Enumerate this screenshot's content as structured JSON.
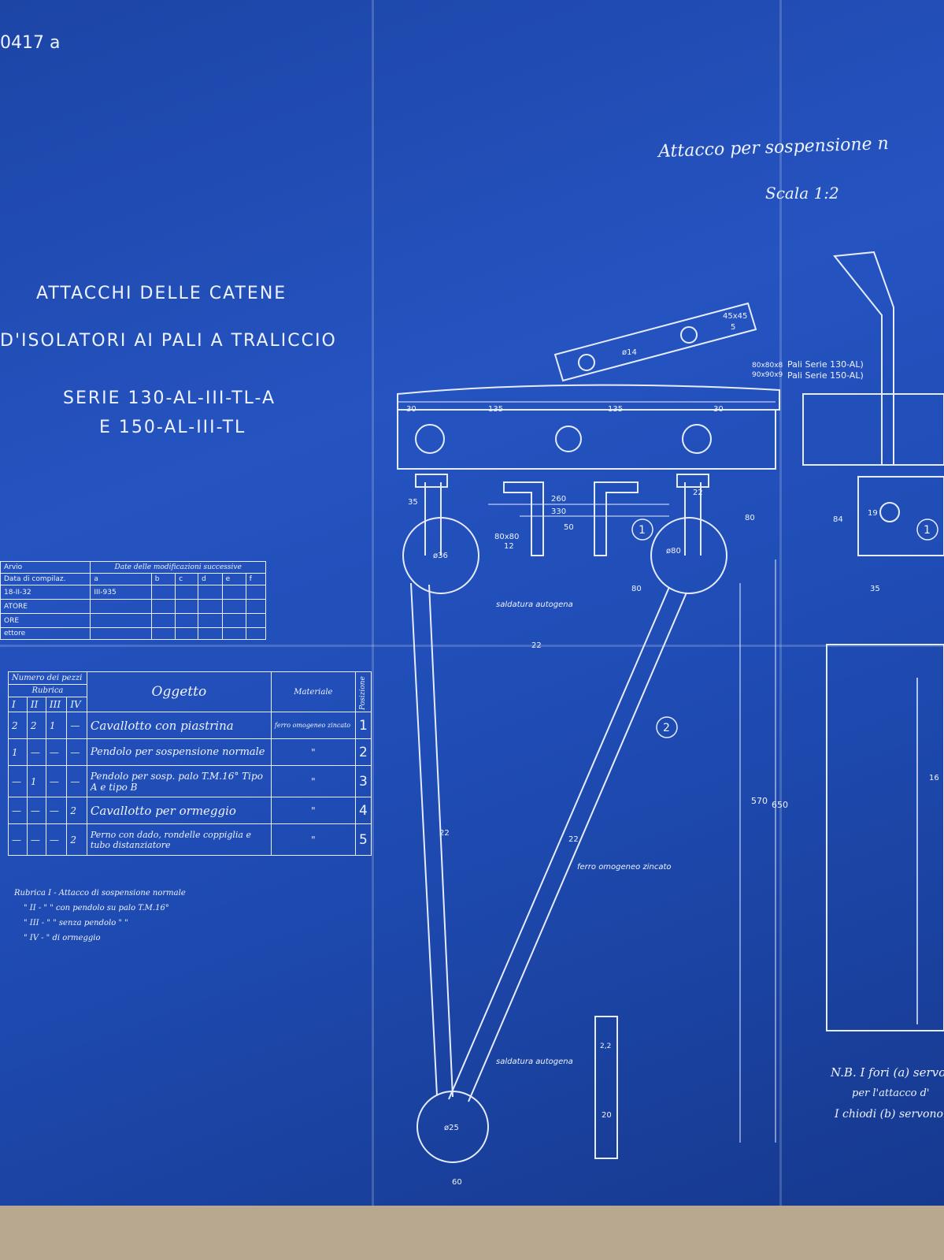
{
  "drawing_number": "0417 a",
  "title_block": {
    "line1": "ATTACCHI DELLE CATENE",
    "line2": "D'ISOLATORI AI PALI A TRALICCIO",
    "line3": "SERIE 130-AL-III-TL-A",
    "line4": "E 150-AL-III-TL"
  },
  "view_title": "Attacco per sospensione n",
  "scale": "Scala 1:2",
  "revision_table": {
    "header_main": "Date delle modificazioni successive",
    "col_letters": [
      "a",
      "b",
      "c",
      "d",
      "e",
      "f"
    ],
    "left_labels": [
      "Arvio",
      "Data di compilaz.",
      "ATORE",
      "ORE",
      "ettore"
    ],
    "date_compilaz": "18-II-32",
    "date_a": "III-935"
  },
  "parts_table": {
    "header_numero": "Numero dei pezzi",
    "header_rubrica": "Rubrica",
    "roman": [
      "I",
      "II",
      "III",
      "IV"
    ],
    "header_oggetto": "Oggetto",
    "header_materiale": "Materiale",
    "header_posizione": "Posizione",
    "rows": [
      {
        "q": [
          "2",
          "2",
          "1",
          "—"
        ],
        "oggetto": "Cavallotto con piastrina",
        "materiale": "ferro omogeneo zincato",
        "pos": "1"
      },
      {
        "q": [
          "1",
          "—",
          "—",
          "—"
        ],
        "oggetto": "Pendolo per sospensione normale",
        "materiale": "\"",
        "pos": "2"
      },
      {
        "q": [
          "—",
          "1",
          "—",
          "—"
        ],
        "oggetto": "Pendolo per sosp. palo T.M.16° Tipo A e tipo B",
        "materiale": "\"",
        "pos": "3"
      },
      {
        "q": [
          "—",
          "—",
          "—",
          "2"
        ],
        "oggetto": "Cavallotto per ormeggio",
        "materiale": "\"",
        "pos": "4"
      },
      {
        "q": [
          "—",
          "—",
          "—",
          "2"
        ],
        "oggetto": "Perno con dado, rondelle coppiglia e tubo distanziatore",
        "materiale": "\"",
        "pos": "5"
      }
    ]
  },
  "rubrica_notes": [
    "Rubrica I - Attacco di sospensione normale",
    "\" II - \" \" con pendolo su palo T.M.16°",
    "\" III - \" \" senza pendolo \" \"",
    "\" IV - \" di ormeggio"
  ],
  "dimensions": {
    "d30a": "30",
    "d135a": "135",
    "d135b": "135",
    "d30b": "30",
    "d35": "35",
    "d260": "260",
    "d330": "330",
    "d50": "50",
    "d8080": "80x80",
    "d12": "12",
    "d22a": "22",
    "d80a": "80",
    "d80b": "80",
    "phi36": "ø36",
    "phi80": "ø80",
    "phi14": "ø14",
    "d4545": "45x45",
    "d5": "5",
    "d22b": "22",
    "d22c": "22",
    "d22d": "22",
    "d570": "570",
    "d650": "650",
    "phi25": "ø25",
    "d60": "60",
    "d20": "20",
    "d212": "2,2",
    "saldatura1": "saldatura autogena",
    "saldatura2": "saldatura autogena",
    "ferro": "ferro omogeneo zincato",
    "profile1": "80x80x8",
    "profile2": "90x90x9",
    "pali1": "Pali Serie 130-AL)",
    "pali2": "Pali Serie 150-AL)",
    "r84": "84",
    "r19": "19",
    "r35": "35",
    "r16": "16"
  },
  "callouts": [
    "1",
    "2",
    "1"
  ],
  "nb_note": [
    "N.B. I fori (a) servono",
    "per l'attacco d'",
    "I chiodi (b) servono p"
  ]
}
